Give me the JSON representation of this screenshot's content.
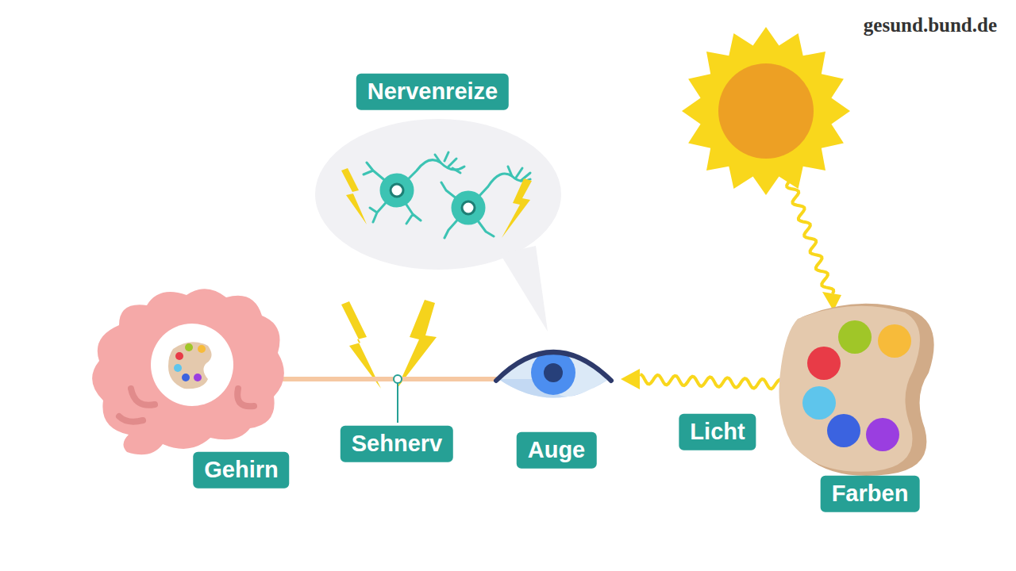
{
  "diagram": {
    "nodes": [
      {
        "text": [
          "Nervenreize"
        ]
      },
      {
        "text": [
          "Gehirn"
        ]
      },
      {
        "text": [
          "Sehnerv"
        ]
      },
      {
        "text": [
          "Auge"
        ]
      },
      {
        "text": [
          "Licht"
        ]
      },
      {
        "text": [
          "Farben"
        ]
      }
    ],
    "labels": [
      "gesund.bund.de"
    ]
  }
}
